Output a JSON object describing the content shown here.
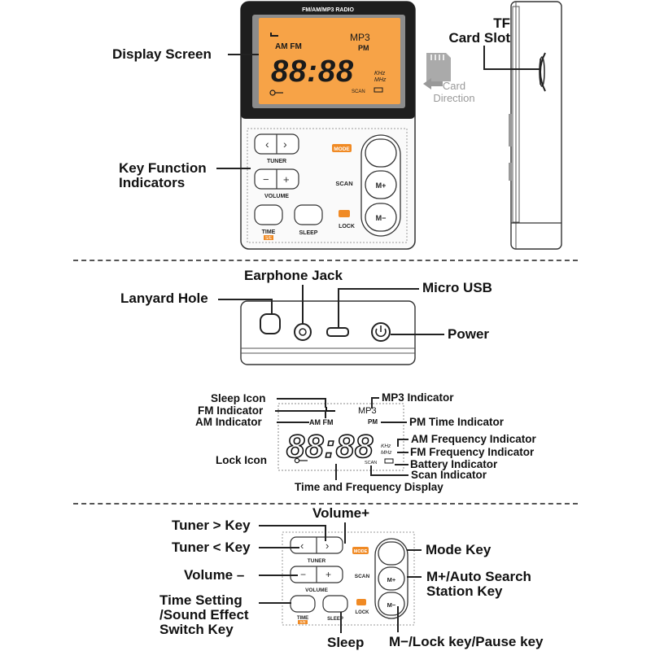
{
  "device_header": "FM/AM/MP3 RADIO",
  "lcd": {
    "mp3": "MP3",
    "am_fm": "AM FM",
    "pm": "PM",
    "digits": "88:88",
    "khz": "KHz",
    "mhz": "MHz",
    "scan": "SCAN"
  },
  "keys": {
    "tuner": "TUNER",
    "volume": "VOLUME",
    "scan": "SCAN",
    "mode": "MODE",
    "time": "TIME",
    "se": "S/E",
    "sleep": "SLEEP",
    "lock": "LOCK",
    "mplus": "M+",
    "mminus": "M−",
    "prev": "‹",
    "next": "›",
    "minus": "−",
    "plus": "+"
  },
  "front_labels": {
    "display_screen": "Display Screen",
    "key_function": "Key Function\nIndicators",
    "tf_card_slot": "TF\nCard Slot",
    "card_direction": "Card\nDirection"
  },
  "bottom_labels": {
    "lanyard_hole": "Lanyard Hole",
    "earphone_jack": "Earphone Jack",
    "micro_usb": "Micro USB",
    "power": "Power"
  },
  "lcd_labels": {
    "sleep_icon": "Sleep Icon",
    "fm_indicator": "FM Indicator",
    "am_indicator": "AM Indicator",
    "mp3_indicator": "MP3 Indicator",
    "pm_time_indicator": "PM Time Indicator",
    "am_frequency_indicator": "AM Frequency Indicator",
    "fm_frequency_indicator": "FM Frequency Indicator",
    "battery_indicator": "Battery Indicator",
    "scan_indicator": "Scan Indicator",
    "lock_icon": "Lock Icon",
    "time_frequency_display": "Time and Frequency Display"
  },
  "key_labels": {
    "tuner_next": "Tuner > Key",
    "tuner_prev": "Tuner < Key",
    "volume_plus": "Volume+",
    "volume_minus": "Volume –",
    "time_setting": "Time Setting\n/Sound Effect\nSwitch Key",
    "sleep": "Sleep",
    "mode_key": "Mode Key",
    "mplus_key": "M+/Auto Search\nStation Key",
    "mminus_key": "M−/Lock key/Pause key"
  },
  "colors": {
    "lcd_orange": "#f7a347",
    "accent_orange": "#f08a24",
    "device_dark": "#1e1e1e",
    "line": "#222222"
  }
}
